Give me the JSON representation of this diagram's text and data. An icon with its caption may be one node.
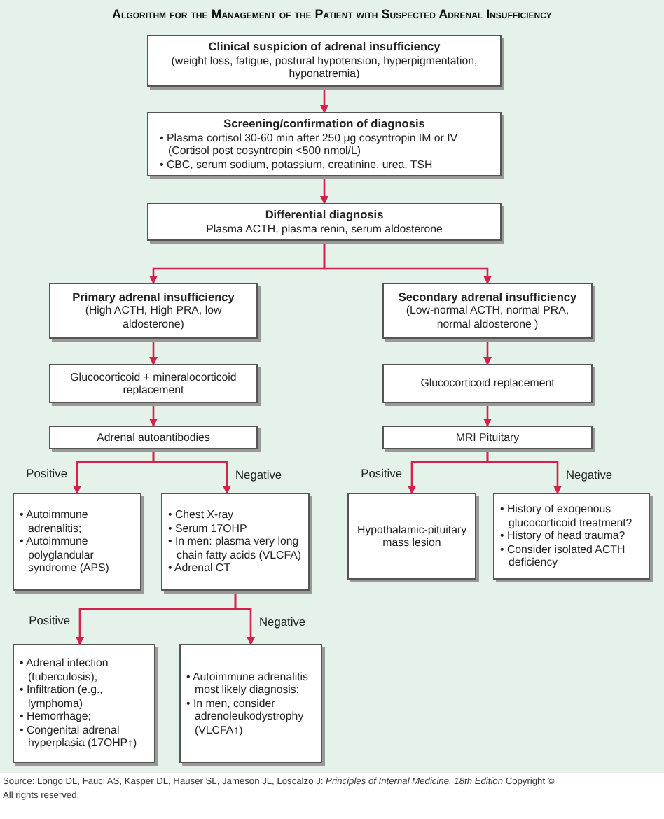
{
  "diagram": {
    "title": "Algorithm for the Management of the Patient with Suspected Adrenal Insufficiency",
    "nodes": [
      {
        "text": [
          "Clinical suspicion of adrenal insufficiency",
          "(weight loss, fatigue, postural hypotension, hyperpigmentation, hyponatremia)"
        ]
      },
      {
        "text": [
          "Screening/confirmation of diagnosis",
          "• Plasma cortisol 30-60 min after 250 μg cosyntropin IM or IV (Cortisol post cosyntropin <500 nmol/L)",
          "• CBC, serum sodium, potassium, creatinine, urea, TSH"
        ]
      },
      {
        "text": [
          "Differential diagnosis",
          "Plasma ACTH, plasma renin, serum aldosterone"
        ]
      },
      {
        "text": [
          "Primary adrenal insufficiency",
          "(High ACTH, High PRA, low aldosterone)"
        ]
      },
      {
        "text": [
          "Secondary adrenal insufficiency",
          "(Low-normal ACTH, normal PRA, normal aldosterone )"
        ]
      },
      {
        "text": [
          "Glucocorticoid + mineralocorticoid replacement"
        ]
      },
      {
        "text": [
          "Glucocorticoid replacement"
        ]
      },
      {
        "text": [
          "Adrenal autoantibodies"
        ]
      },
      {
        "text": [
          "MRI Pituitary"
        ]
      },
      {
        "text": [
          "• Autoimmune adrenalitis;",
          "• Autoimmune polyglandular syndrome (APS)"
        ]
      },
      {
        "text": [
          "• Chest X-ray",
          "• Serum 17OHP",
          "• In men: plasma very long chain fatty acids (VLCFA)",
          "• Adrenal CT"
        ]
      },
      {
        "text": [
          "Hypothalamic-pituitary mass lesion"
        ]
      },
      {
        "text": [
          "• History of exogenous glucocorticoid treatment?",
          "• History of head trauma?",
          "• Consider isolated ACTH deficiency"
        ]
      },
      {
        "text": [
          "• Adrenal infection (tuberculosis),",
          "• Infiltration (e.g., lymphoma)",
          "• Hemorrhage;",
          "• Congenital adrenal hyperplasia (17OHP↑)"
        ]
      },
      {
        "text": [
          "• Autoimmune adrenalitis most likely diagnosis;",
          "• In men, consider adrenoleukodystrophy (VLCFA↑)"
        ]
      }
    ],
    "edges": [
      {
        "from": 0,
        "to": 1,
        "arrow": "to"
      },
      {
        "from": 1,
        "to": 2,
        "arrow": "to"
      },
      {
        "from": 2,
        "to": 3,
        "arrow": "to"
      },
      {
        "from": 2,
        "to": 4,
        "arrow": "to"
      },
      {
        "from": 3,
        "to": 5,
        "arrow": "to"
      },
      {
        "from": 5,
        "to": 7,
        "arrow": "to"
      },
      {
        "from": 4,
        "to": 6,
        "arrow": "to"
      },
      {
        "from": 6,
        "to": 8,
        "arrow": "to"
      },
      {
        "from": 7,
        "to": 9,
        "arrow": "to",
        "label": "Positive"
      },
      {
        "from": 7,
        "to": 10,
        "arrow": "to",
        "label": "Negative"
      },
      {
        "from": 8,
        "to": 11,
        "arrow": "to",
        "label": "Positive"
      },
      {
        "from": 8,
        "to": 12,
        "arrow": "to",
        "label": "Negative"
      },
      {
        "from": 10,
        "to": 13,
        "arrow": "to",
        "label": "Positive"
      },
      {
        "from": 10,
        "to": 14,
        "arrow": "to",
        "label": "Negative"
      }
    ],
    "caption": "Source: Longo DL, Fauci AS, Kasper DL, Hauser SL, Jameson JL, Loscalzo J: *Principles of Internal Medicine, 18th Edition* Copyright © All rights reserved."
  }
}
